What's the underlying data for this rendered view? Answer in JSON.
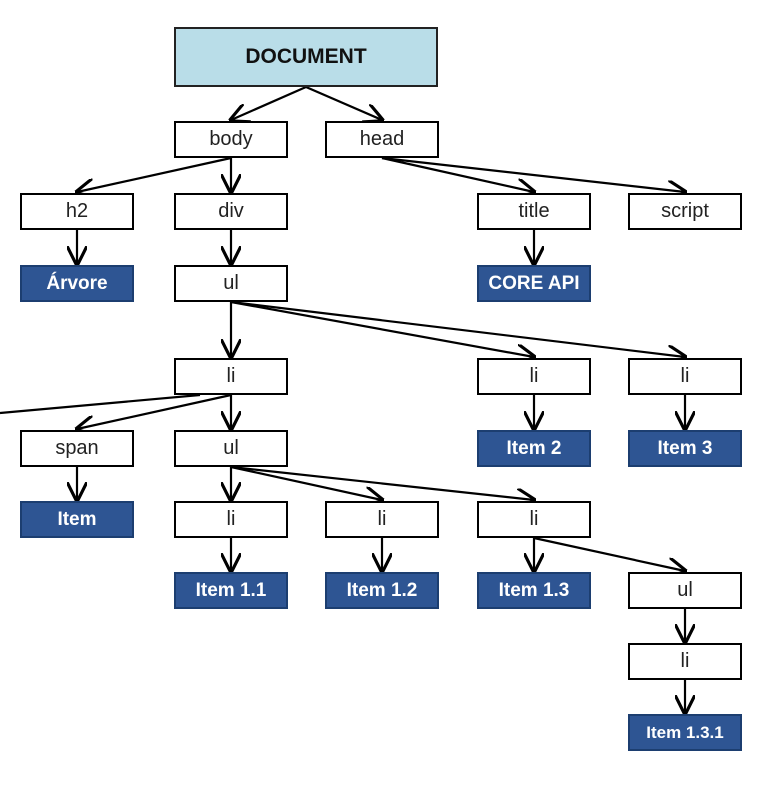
{
  "colors": {
    "root_fill": "#b9dde8",
    "element_fill": "#ffffff",
    "text_node_fill": "#2e5593",
    "text_node_text": "#ffffff",
    "edge": "#000000"
  },
  "nodes": {
    "document": "DOCUMENT",
    "body": "body",
    "head": "head",
    "h2": "h2",
    "div": "div",
    "title": "title",
    "script": "script",
    "arvore": "Árvore",
    "ul_main": "ul",
    "core_api": "CORE API",
    "li_1": "li",
    "li_2": "li",
    "li_3": "li",
    "span": "span",
    "ul_1": "ul",
    "item_2": "Item 2",
    "item_3": "Item 3",
    "item": "Item",
    "li_1_1": "li",
    "li_1_2": "li",
    "li_1_3": "li",
    "item_1_1": "Item 1.1",
    "item_1_2": "Item 1.2",
    "item_1_3": "Item 1.3",
    "ul_1_3": "ul",
    "li_1_3_1": "li",
    "item_1_3_1": "Item 1.3.1"
  },
  "edges": [
    [
      "document",
      "body"
    ],
    [
      "document",
      "head"
    ],
    [
      "body",
      "h2"
    ],
    [
      "body",
      "div"
    ],
    [
      "head",
      "title"
    ],
    [
      "head",
      "script"
    ],
    [
      "h2",
      "arvore"
    ],
    [
      "div",
      "ul_main"
    ],
    [
      "title",
      "core_api"
    ],
    [
      "ul_main",
      "li_1"
    ],
    [
      "ul_main",
      "li_2"
    ],
    [
      "ul_main",
      "li_3"
    ],
    [
      "li_1",
      "span"
    ],
    [
      "li_1",
      "ul_1"
    ],
    [
      "li_2",
      "item_2"
    ],
    [
      "li_3",
      "item_3"
    ],
    [
      "span",
      "item"
    ],
    [
      "ul_1",
      "li_1_1"
    ],
    [
      "ul_1",
      "li_1_2"
    ],
    [
      "ul_1",
      "li_1_3"
    ],
    [
      "li_1_1",
      "item_1_1"
    ],
    [
      "li_1_2",
      "item_1_2"
    ],
    [
      "li_1_3",
      "item_1_3"
    ],
    [
      "li_1_3",
      "ul_1_3"
    ],
    [
      "ul_1_3",
      "li_1_3_1"
    ],
    [
      "li_1_3_1",
      "item_1_3_1"
    ]
  ]
}
